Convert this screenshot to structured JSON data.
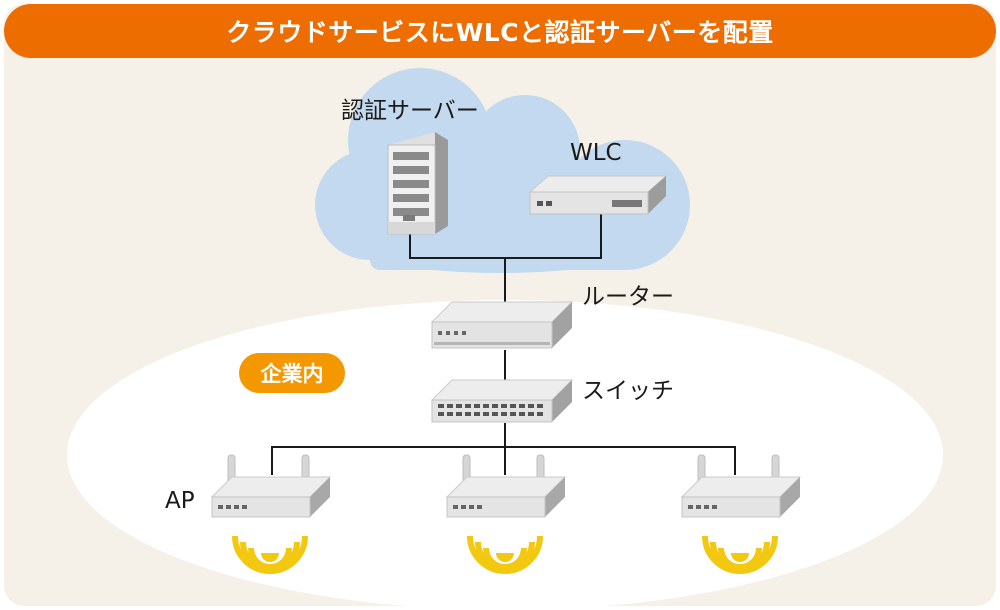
{
  "title": "クラウドサービスにWLCと認証サーバーを配置",
  "labels": {
    "auth_server": "認証サーバー",
    "wlc": "WLC",
    "router": "ルーター",
    "switch": "スイッチ",
    "ap": "AP"
  },
  "zone_badge": "企業内",
  "colors": {
    "title_bar": "#ee6d00",
    "badge": "#f39800",
    "cloud": "#c3d9ef",
    "wifi": "#f2c811",
    "background": "#f6f1e8"
  },
  "icons": [
    "server-icon",
    "wlc-appliance-icon",
    "router-icon",
    "switch-icon",
    "access-point-icon",
    "wifi-signal-icon"
  ]
}
